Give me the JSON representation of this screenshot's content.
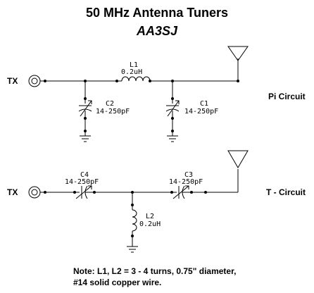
{
  "title": "50 MHz Antenna Tuners",
  "subtitle": "AA3SJ",
  "pi_circuit": {
    "label": "Pi Circuit",
    "input_label": "TX",
    "inductor": {
      "ref": "L1",
      "value": "0.2uH"
    },
    "cap_left": {
      "ref": "C2",
      "value": "14-250pF"
    },
    "cap_right": {
      "ref": "C1",
      "value": "14-250pF"
    }
  },
  "t_circuit": {
    "label": "T - Circuit",
    "input_label": "TX",
    "cap_left": {
      "ref": "C4",
      "value": "14-250pF"
    },
    "cap_right": {
      "ref": "C3",
      "value": "14-250pF"
    },
    "inductor": {
      "ref": "L2",
      "value": "0.2uH"
    }
  },
  "note": {
    "line1": "Note:  L1, L2 = 3 - 4 turns, 0.75\" diameter,",
    "line2": "#14 solid copper wire."
  }
}
